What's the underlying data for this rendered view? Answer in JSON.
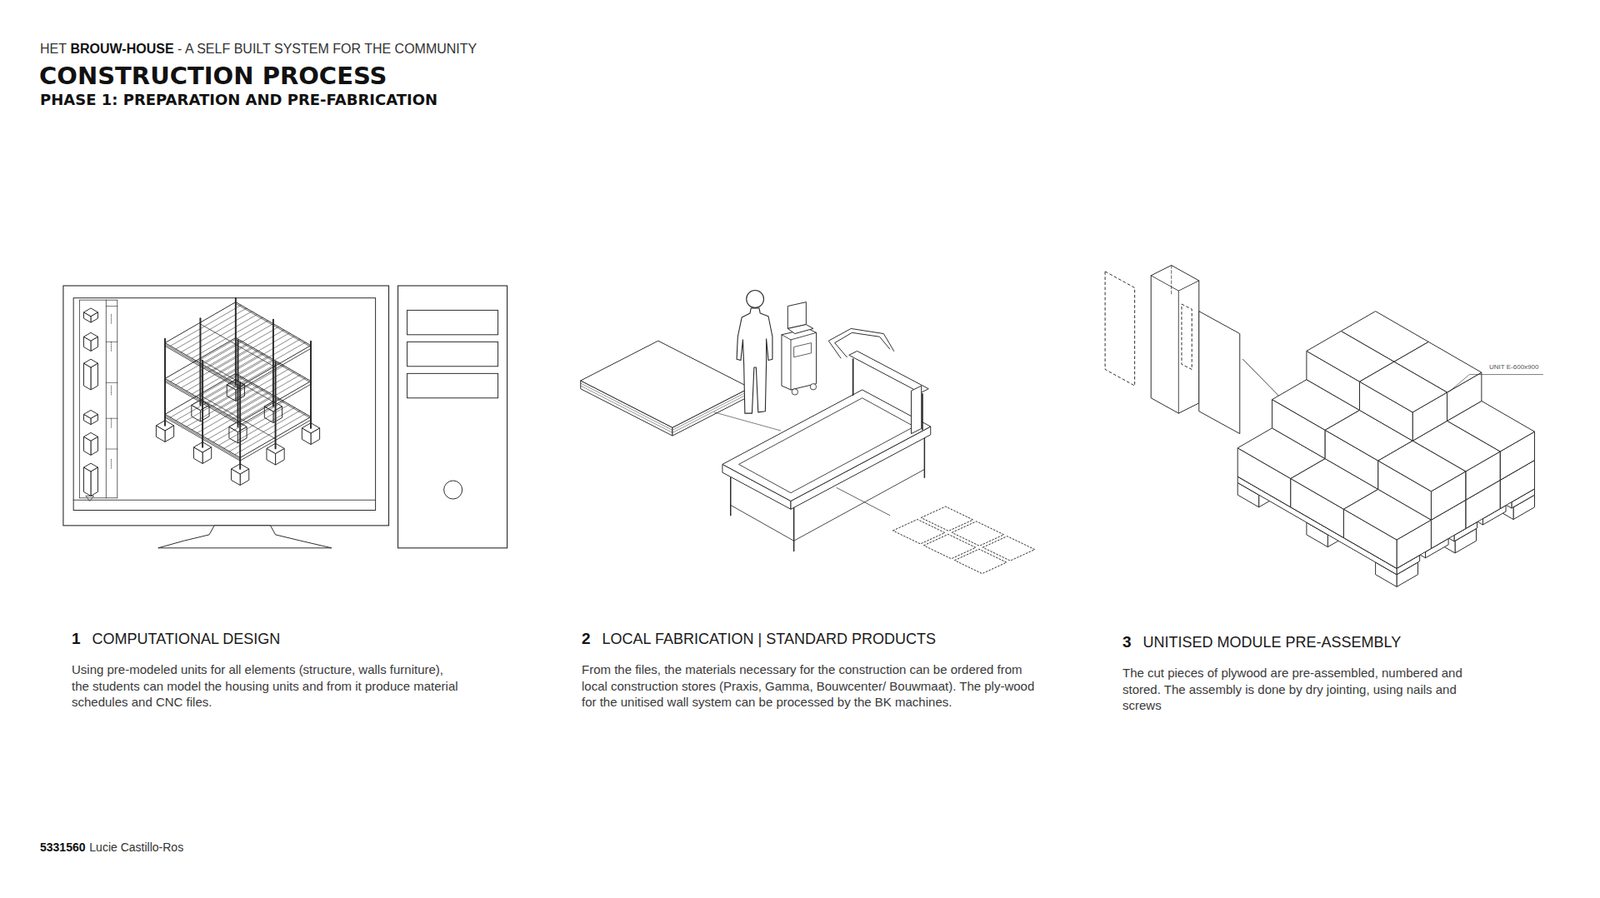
{
  "diagram": {
    "title": "CONSTRUCTION PROCESS",
    "labels": [
      "HET",
      "BROUW-HOUSE",
      "- A SELF BUILT SYSTEM FOR THE COMMUNITY",
      "PHASE 1: PREPARATION AND PRE-FABRICATION",
      "1",
      "COMPUTATIONAL DESIGN",
      "Using pre-modeled units for all elements (structure, walls furniture), the students can model the housing units and from it produce material schedules and CNC files.",
      "2",
      "LOCAL FABRICATION | STANDARD PRODUCTS",
      "From the files, the materials necessary for the construction can be ordered from local construction stores (Praxis, Gamma, Bouwcenter/ Bouwmaat). The ply-wood for the unitised wall system can be processed by the BK machines.",
      "3",
      "UNITISED MODULE PRE-ASSEMBLY",
      "The cut pieces of plywood are pre-assembled, numbered and stored. The assembly is done by dry jointing, using nails and screws",
      "UNIT E-600x900",
      "5331560",
      "Lucie Castillo-Ros"
    ]
  }
}
